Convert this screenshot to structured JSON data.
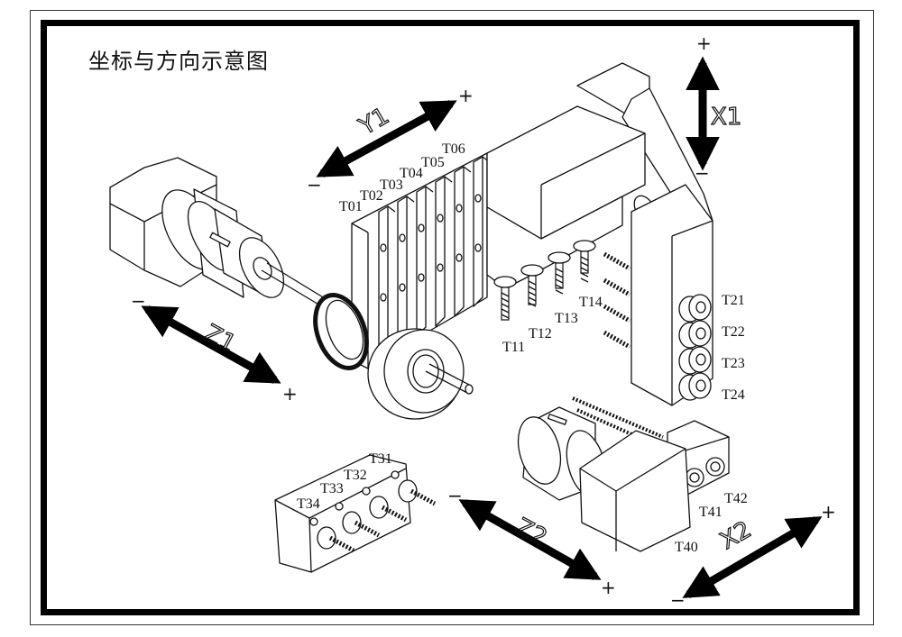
{
  "title": "坐标与方向示意图",
  "axes": [
    {
      "id": "X1",
      "label": "X1",
      "plus": "+",
      "minus": "−"
    },
    {
      "id": "Y1",
      "label": "Y1",
      "plus": "+",
      "minus": "−"
    },
    {
      "id": "Z1",
      "label": "Z1",
      "plus": "+",
      "minus": "−"
    },
    {
      "id": "Z2",
      "label": "Z2",
      "plus": "+",
      "minus": "−"
    },
    {
      "id": "X2",
      "label": "X2",
      "plus": "+",
      "minus": "−"
    }
  ],
  "tools": {
    "gang_top": [
      "T01",
      "T02",
      "T03",
      "T04",
      "T05",
      "T06"
    ],
    "drills": [
      "T11",
      "T12",
      "T13",
      "T14"
    ],
    "side": [
      "T21",
      "T22",
      "T23",
      "T24"
    ],
    "bottom_block": [
      "T31",
      "T32",
      "T33",
      "T34"
    ],
    "subspindle": [
      "T40",
      "T41",
      "T42"
    ]
  }
}
